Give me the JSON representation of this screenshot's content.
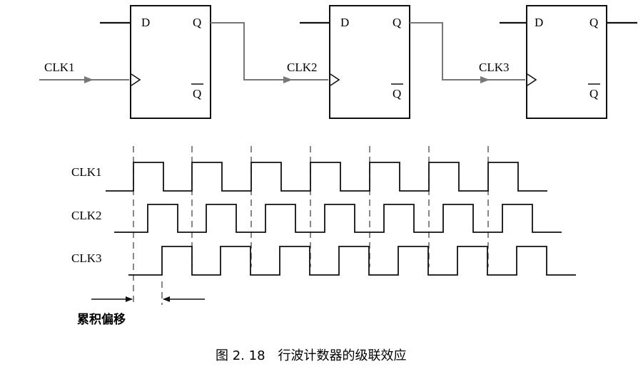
{
  "flipflops": [
    {
      "d": "D",
      "q": "Q",
      "qbar": "Q",
      "clk": "CLK1"
    },
    {
      "d": "D",
      "q": "Q",
      "qbar": "Q",
      "clk": "CLK2"
    },
    {
      "d": "D",
      "q": "Q",
      "qbar": "Q",
      "clk": "CLK3"
    }
  ],
  "timing": {
    "signals": [
      "CLK1",
      "CLK2",
      "CLK3"
    ]
  },
  "annotation": "累积偏移",
  "caption": "图 2. 18　行波计数器的级联效应",
  "colors": {
    "line": "#111111",
    "signal": "#777777"
  }
}
